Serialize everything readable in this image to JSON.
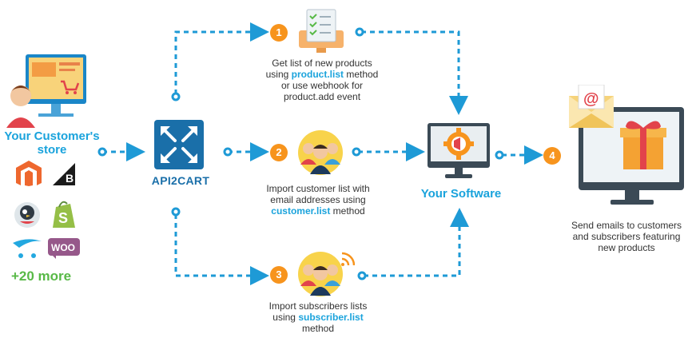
{
  "customer": {
    "title_line1": "Your Customer's",
    "title_line2": "store",
    "more": "+20 more"
  },
  "api2cart": {
    "label": "API2CART"
  },
  "software": {
    "label": "Your Software"
  },
  "steps": [
    {
      "num": "1",
      "line1": "Get list of new products",
      "line2_pre": "using ",
      "line2_hl": "product.list",
      "line2_post": " method",
      "line3": "or use webhook for",
      "line4": "product.add event"
    },
    {
      "num": "2",
      "line1": "Import customer list with",
      "line2": "email addresses using",
      "line3_hl": "customer.list",
      "line3_post": " method"
    },
    {
      "num": "3",
      "line1": "Import subscribers lists",
      "line2_pre": "using ",
      "line2_hl": "subscriber.list",
      "line3": "method"
    },
    {
      "num": "4",
      "line1": "Send emails to customers",
      "line2": "and subscribers featuring",
      "line3": "new products"
    }
  ],
  "platforms": {
    "magento": "M",
    "bigcommerce": "B",
    "woo": "WOO"
  },
  "colors": {
    "accent_blue": "#1aa3dc",
    "line_blue": "#1e9ad6",
    "badge_orange": "#f7941d",
    "green": "#58b947"
  }
}
